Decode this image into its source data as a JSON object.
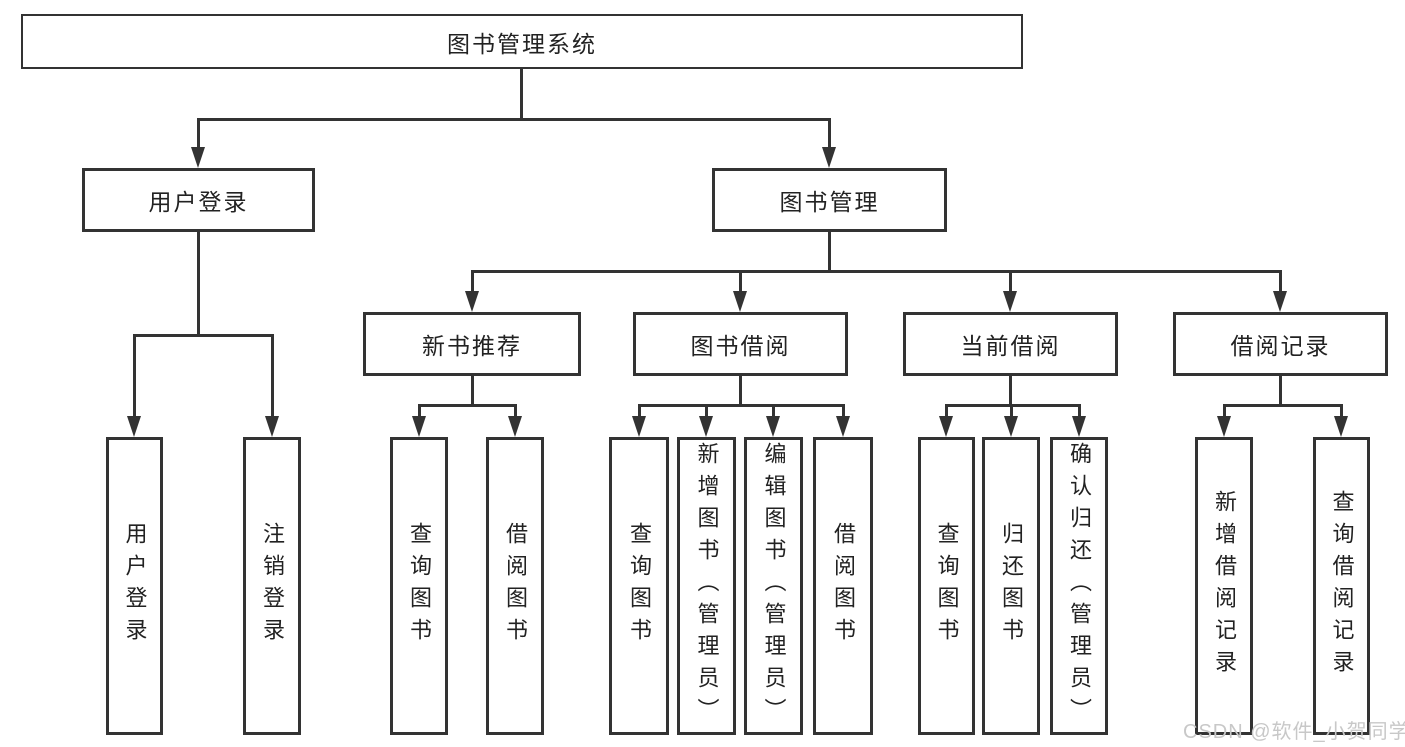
{
  "tree": {
    "root": {
      "label": "图书管理系统"
    },
    "branches": [
      {
        "label": "用户登录",
        "children": [
          {
            "label": "用户登录"
          },
          {
            "label": "注销登录"
          }
        ]
      },
      {
        "label": "图书管理",
        "children": [
          {
            "label": "新书推荐",
            "children": [
              {
                "label": "查询图书"
              },
              {
                "label": "借阅图书"
              }
            ]
          },
          {
            "label": "图书借阅",
            "children": [
              {
                "label": "查询图书"
              },
              {
                "label": "新增图书（管理员）"
              },
              {
                "label": "编辑图书（管理员）"
              },
              {
                "label": "借阅图书"
              }
            ]
          },
          {
            "label": "当前借阅",
            "children": [
              {
                "label": "查询图书"
              },
              {
                "label": "归还图书"
              },
              {
                "label": "确认归还（管理员）"
              }
            ]
          },
          {
            "label": "借阅记录",
            "children": [
              {
                "label": "新增借阅记录"
              },
              {
                "label": "查询借阅记录"
              }
            ]
          }
        ]
      }
    ]
  },
  "watermark": {
    "text": "CSDN @软件_小贺同学"
  },
  "colors": {
    "line": "#333333",
    "text": "#222222",
    "background": "#ffffff",
    "watermark": "#c8c8c8"
  }
}
